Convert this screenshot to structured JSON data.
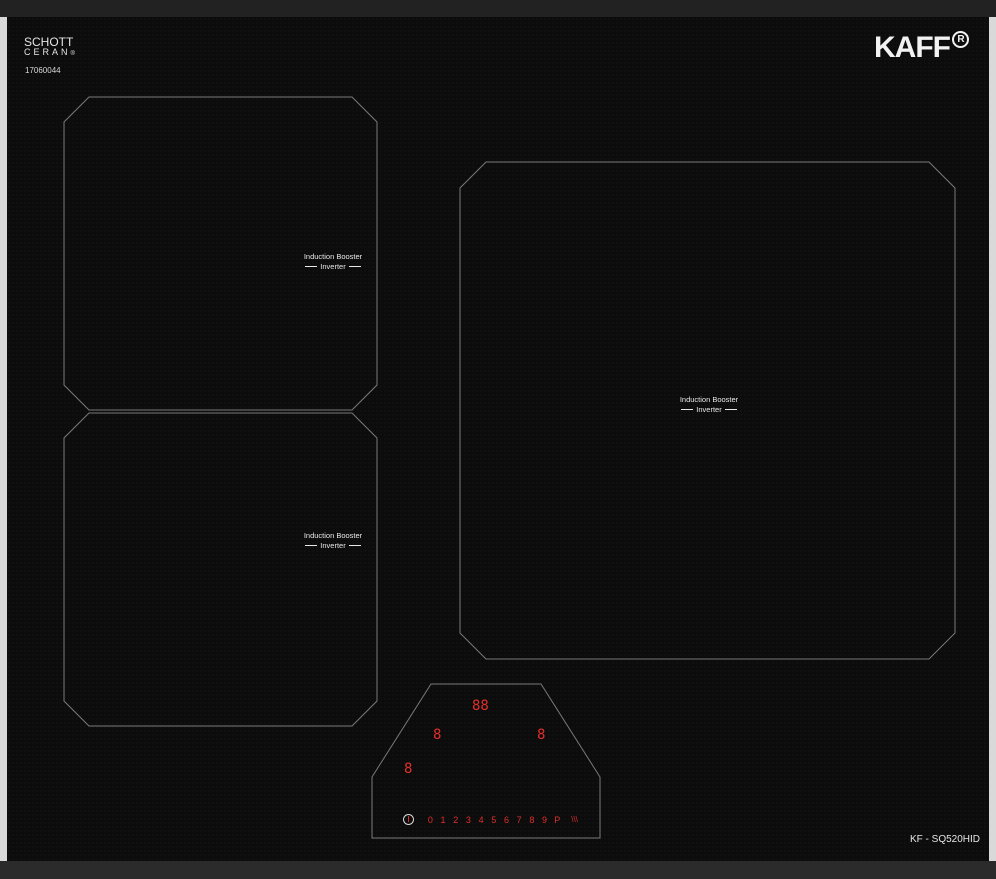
{
  "brand": {
    "logo": "KAFF",
    "registered_mark": "R"
  },
  "glass_brand": {
    "line1": "SCHOTT",
    "line2": "CERAN",
    "mark": "®",
    "serial": "17060044"
  },
  "model": "KF - SQ520HID",
  "zones": [
    {
      "label_top": "Induction Booster",
      "label_bottom": "Inverter"
    },
    {
      "label_top": "Induction Booster",
      "label_bottom": "Inverter"
    },
    {
      "label_top": "Induction Booster",
      "label_bottom": "Inverter"
    }
  ],
  "control_panel": {
    "timer_display": "88",
    "left_zone_display": "8",
    "right_zone_display": "8",
    "bottom_left_display": "8",
    "levels": [
      "0",
      "1",
      "2",
      "3",
      "4",
      "5",
      "6",
      "7",
      "8",
      "9",
      "P",
      "\\\\\\"
    ],
    "power_icon": "power-icon"
  },
  "colors": {
    "glass": "#0c0c0c",
    "display": "#e0302b",
    "outline": "#7a7a7a"
  }
}
